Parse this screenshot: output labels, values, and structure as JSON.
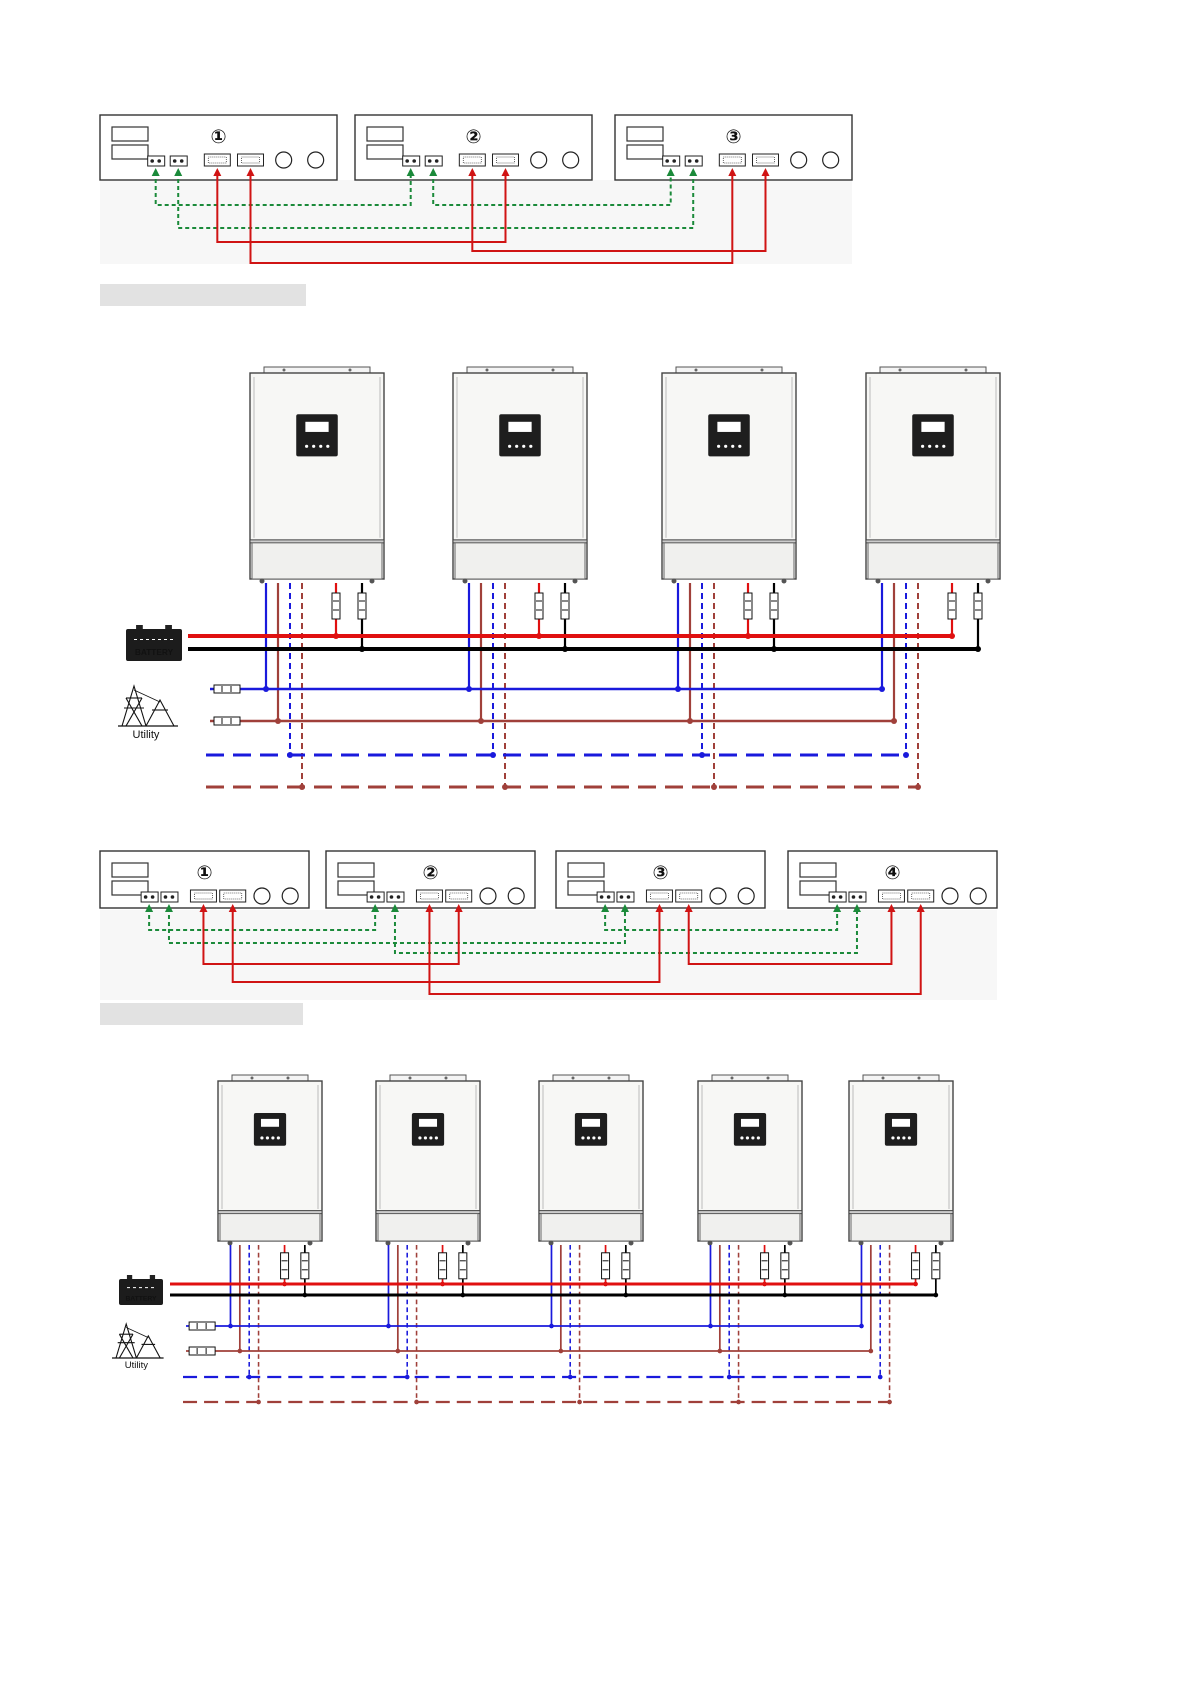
{
  "colors": {
    "comm_line": "#1b8a3a",
    "current_share_line": "#d01414",
    "battery_pos": "#e01010",
    "battery_neg": "#000000",
    "ac_in_L": "#1a1adc",
    "ac_in_N": "#a0403a",
    "ac_out_L": "#1a1adc",
    "ac_out_N": "#a0403a",
    "unit_outline": "#333333",
    "caption_bar": "#e2e2e2"
  },
  "labels": {
    "battery": "BATTERY",
    "utility": "Utility"
  },
  "comm_diagram_3": {
    "unit_numbers": [
      "①",
      "②",
      "③"
    ]
  },
  "comm_diagram_4": {
    "unit_numbers": [
      "①",
      "②",
      "③",
      "④"
    ]
  },
  "icons": {
    "battery": "battery-icon",
    "utility": "utility-tower-icon",
    "breaker": "breaker-icon",
    "lcd": "lcd-panel-icon"
  },
  "wiring_4": {
    "inverter_count": 4
  },
  "wiring_5": {
    "inverter_count": 5
  }
}
